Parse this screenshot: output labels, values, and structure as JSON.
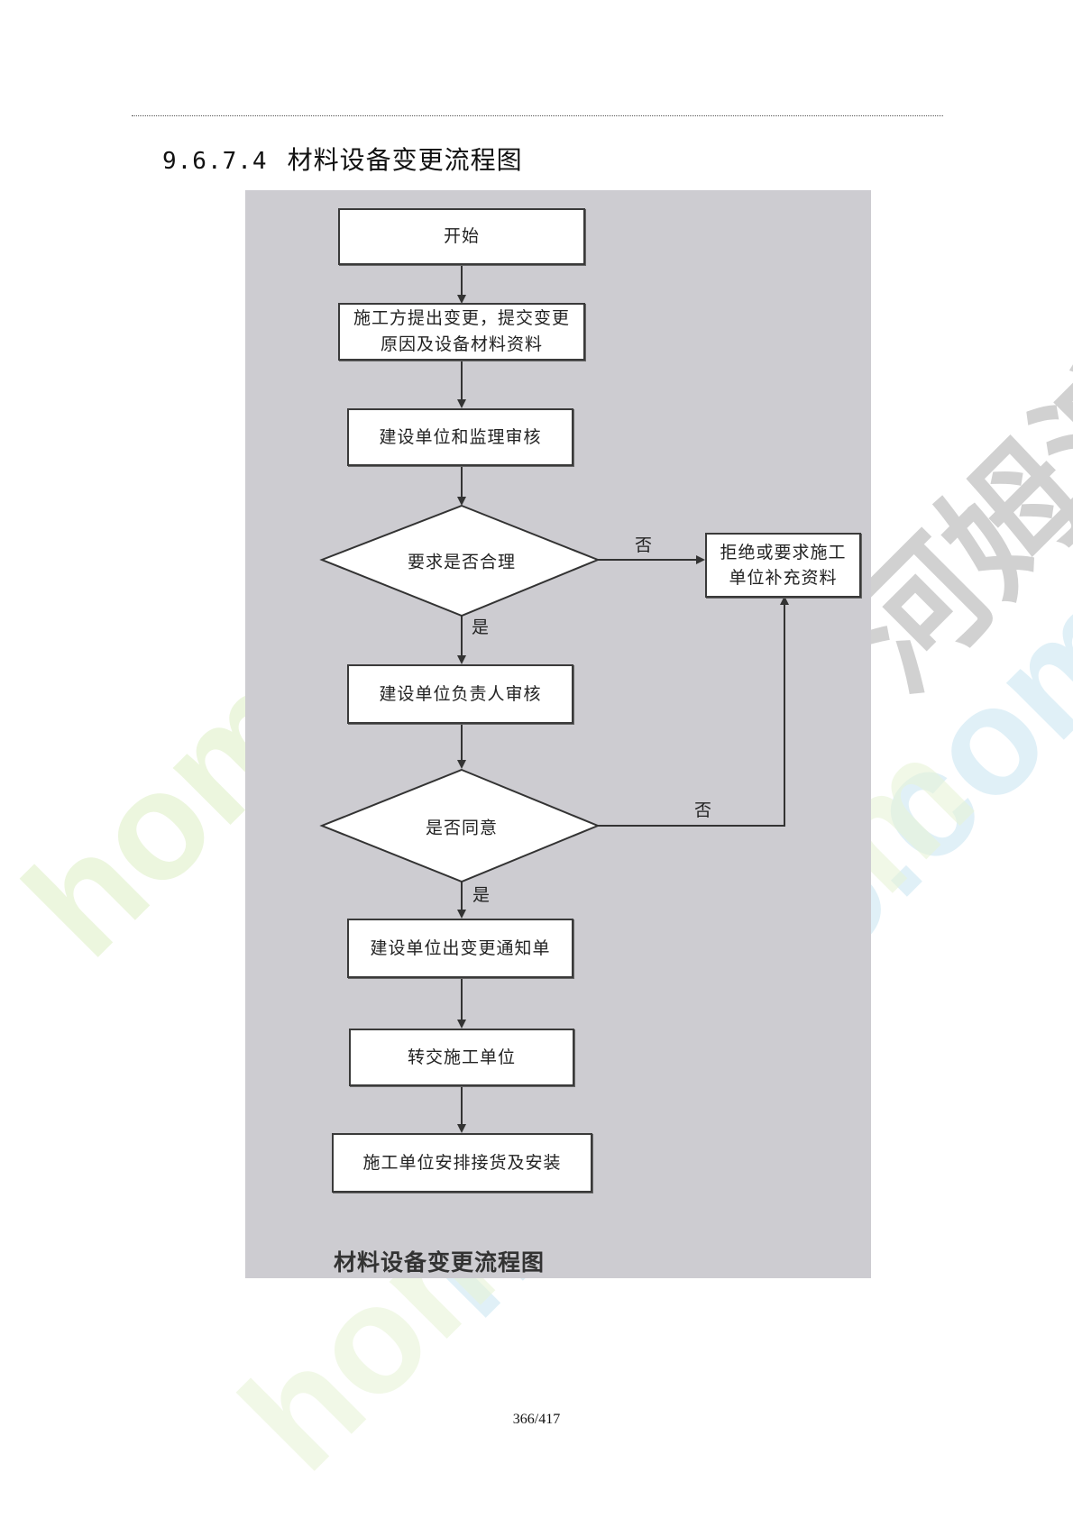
{
  "heading": {
    "number": "9.6.7.4",
    "title": "材料设备变更流程图"
  },
  "flowchart": {
    "start": "开始",
    "step_submit": "施工方提出变更，提交变更原因及设备材料资料",
    "step_review": "建设单位和监理审核",
    "decision_reasonable": "要求是否合理",
    "reject_box": "拒绝或要求施工单位补充资料",
    "step_leader_review": "建设单位负责人审核",
    "decision_agree": "是否同意",
    "step_notice": "建设单位出变更通知单",
    "step_transfer": "转交施工单位",
    "step_install": "施工单位安排接货及安装",
    "label_no_1": "否",
    "label_yes_1": "是",
    "label_no_2": "否",
    "label_yes_2": "是",
    "caption": "材料设备变更流程图"
  },
  "watermark": {
    "cn_text": "河姆渡",
    "latin_text": "homedo.com",
    "colors": {
      "cn": "#c8c8c8",
      "green": "#e3f2cf",
      "blue": "#cfe9f4"
    }
  },
  "page_number": "366/417"
}
